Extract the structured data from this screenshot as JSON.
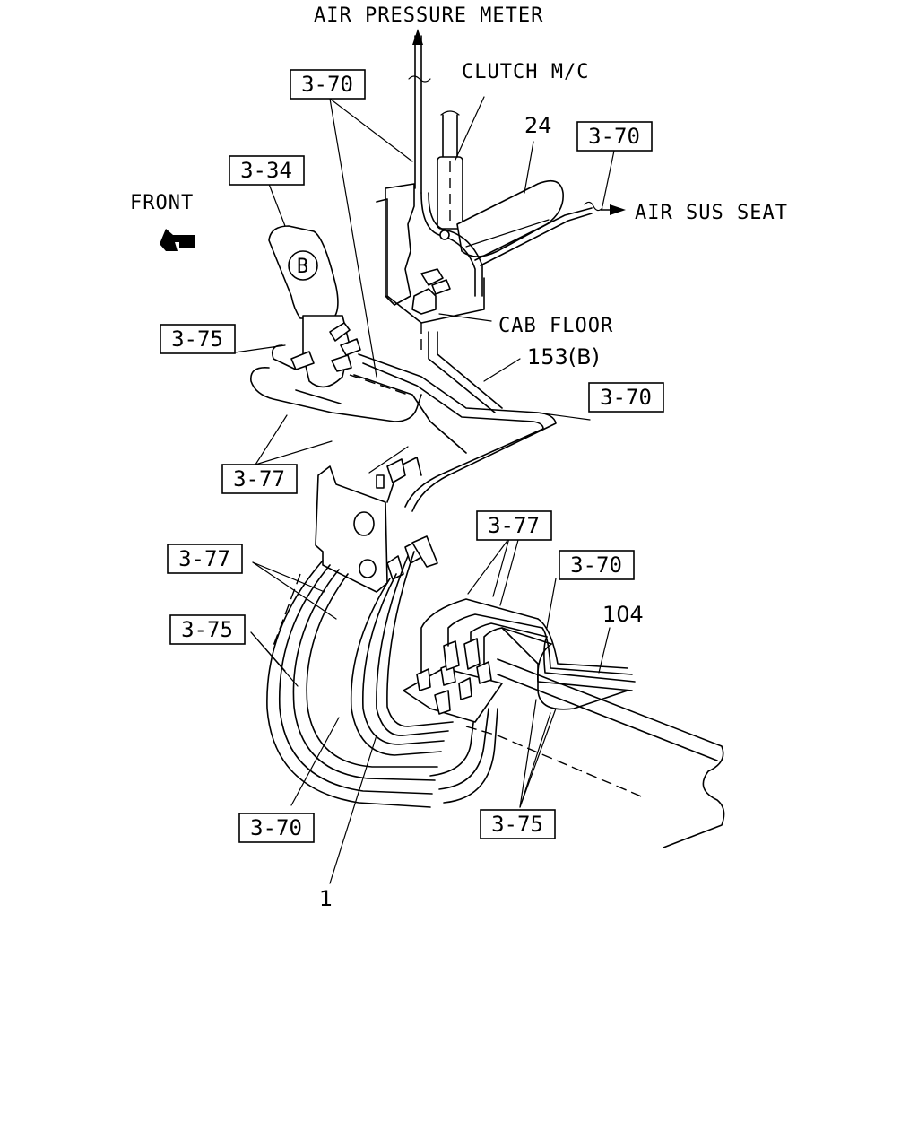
{
  "labels": {
    "air_pressure_meter": "AIR PRESSURE METER",
    "clutch_mc": "CLUTCH M/C",
    "front": "FRONT",
    "air_sus_seat": "AIR SUS SEAT",
    "cab_floor": "CAB FLOOR",
    "valve_mark": "B"
  },
  "refs": {
    "r1": "3-70",
    "r2": "3-34",
    "r3": "3-70",
    "r4": "3-75",
    "r5": "3-70",
    "r6": "3-77",
    "r7": "3-77",
    "r8": "3-77",
    "r9": "3-70",
    "r10": "3-75",
    "r11": "3-70",
    "r12": "3-75"
  },
  "part_numbers": {
    "p24": "24",
    "p153": "153(B)",
    "p104": "104",
    "p1": "1"
  }
}
